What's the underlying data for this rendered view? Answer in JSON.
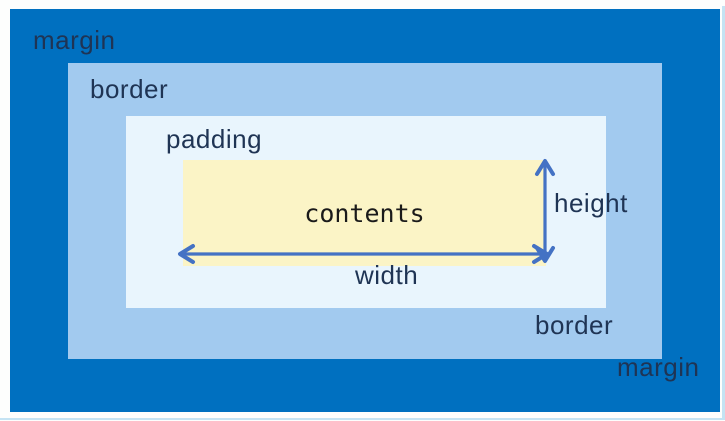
{
  "box_model": {
    "margin": {
      "label_top": "margin",
      "label_bottom": "margin"
    },
    "border": {
      "label_top": "border",
      "label_bottom": "border"
    },
    "padding": {
      "label": "padding"
    },
    "contents": {
      "label": "contents"
    },
    "dimensions": {
      "width_label": "width",
      "height_label": "height"
    }
  },
  "colors": {
    "margin_bg": "#0070C0",
    "border_bg": "#A2CAEF",
    "padding_bg": "#E9F5FD",
    "contents_bg": "#FBF4C6",
    "arrow": "#4472C4",
    "label_text": "#1F3454",
    "contents_text": "#1A1A1A",
    "page_edge": "#C4E3F3"
  }
}
